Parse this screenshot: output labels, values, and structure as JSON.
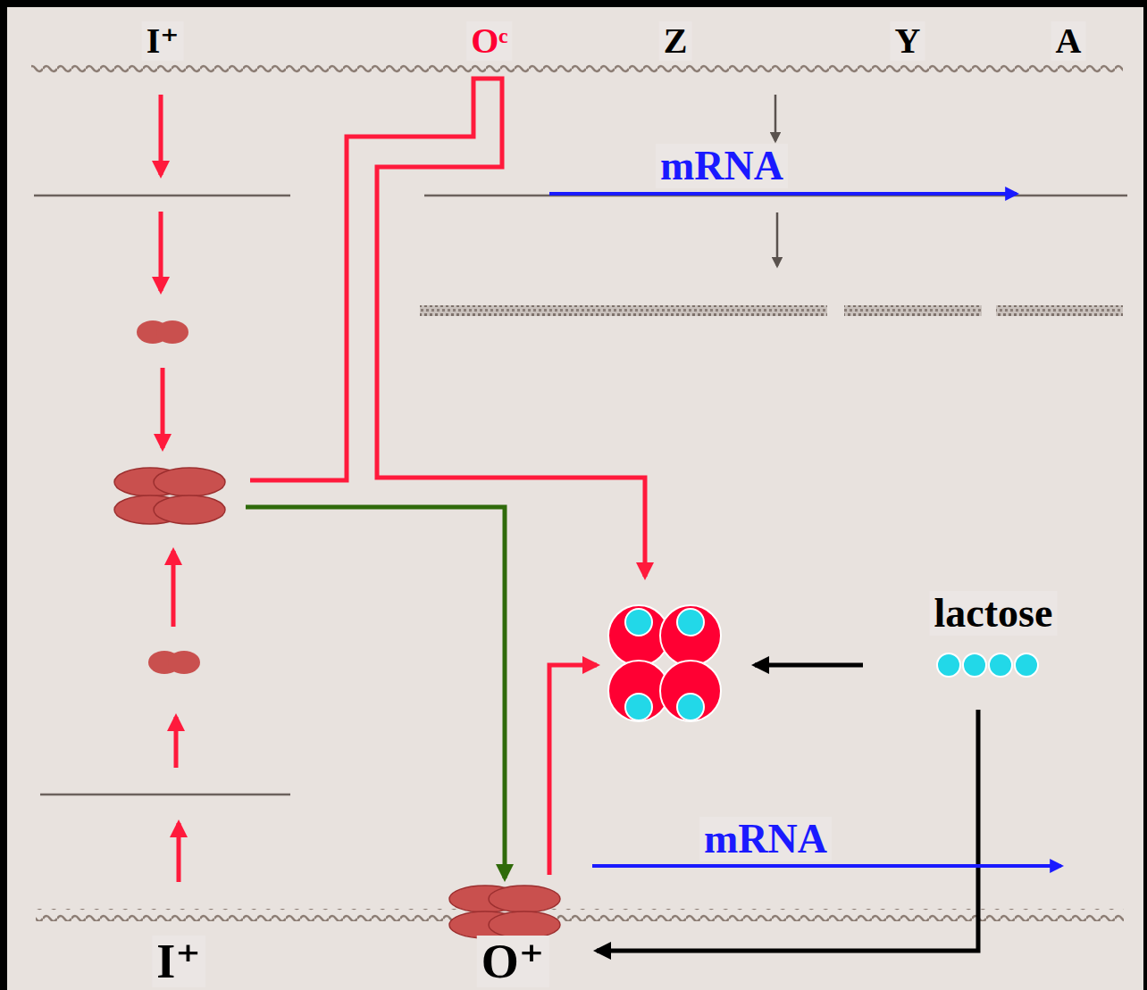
{
  "diagram": {
    "labels": [
      "I⁺",
      "Oᶜ",
      "Z",
      "Y",
      "A",
      "mRNA",
      "mRNA",
      "lactose",
      "I⁺",
      "O⁺"
    ]
  }
}
